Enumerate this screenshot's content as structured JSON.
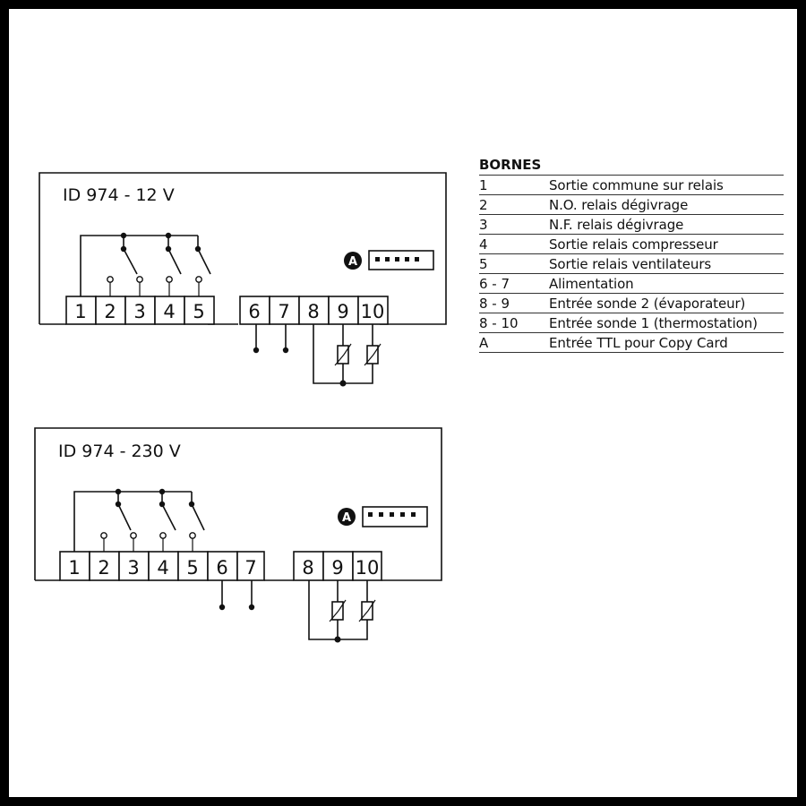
{
  "diagram_12v": {
    "title": "ID 974 - 12 V",
    "relay_terminals": [
      "1",
      "2",
      "3",
      "4",
      "5"
    ],
    "power_terminals": [
      "6",
      "7"
    ],
    "probe_terminals": [
      "8",
      "9",
      "10"
    ],
    "connector_label": "A"
  },
  "diagram_230v": {
    "title": "ID 974 - 230 V",
    "terminals": [
      "1",
      "2",
      "3",
      "4",
      "5",
      "6",
      "7"
    ],
    "probe_terminals": [
      "8",
      "9",
      "10"
    ],
    "connector_label": "A"
  },
  "legend": {
    "title": "BORNES",
    "rows": [
      {
        "key": "1",
        "desc": "Sortie commune sur relais"
      },
      {
        "key": "2",
        "desc": "N.O. relais dégivrage"
      },
      {
        "key": "3",
        "desc": "N.F. relais dégivrage"
      },
      {
        "key": "4",
        "desc": "Sortie relais compresseur"
      },
      {
        "key": "5",
        "desc": "Sortie relais ventilateurs"
      },
      {
        "key": "6 - 7",
        "desc": "Alimentation"
      },
      {
        "key": "8 - 9",
        "desc": "Entrée sonde 2 (évaporateur)"
      },
      {
        "key": "8 - 10",
        "desc": "Entrée sonde 1 (thermostation)"
      },
      {
        "key": "A",
        "desc": "Entrée TTL pour Copy Card"
      }
    ]
  }
}
